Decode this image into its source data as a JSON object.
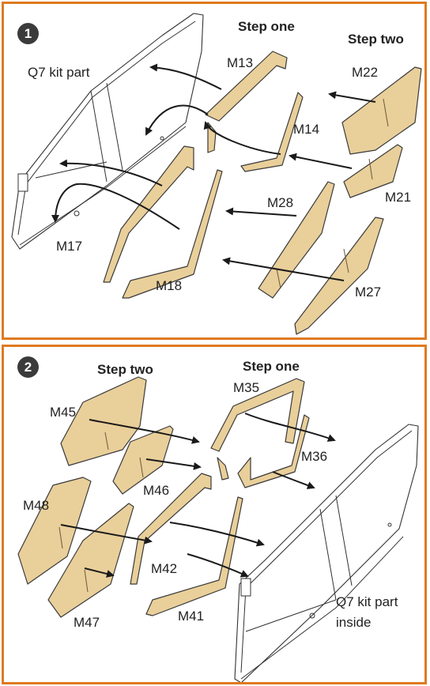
{
  "panel1": {
    "badge": "1",
    "step_one": "Step one",
    "step_two": "Step two",
    "kit_part": "Q7 kit part",
    "labels": {
      "m13": "M13",
      "m14": "M14",
      "m22": "M22",
      "m21": "M21",
      "m28": "M28",
      "m27": "M27",
      "m17": "M17",
      "m18": "M18"
    }
  },
  "panel2": {
    "badge": "2",
    "step_two": "Step two",
    "step_one": "Step one",
    "kit_part_line1": "Q7 kit part",
    "kit_part_line2": "inside",
    "labels": {
      "m35": "M35",
      "m36": "M36",
      "m45": "M45",
      "m46": "M46",
      "m48": "M48",
      "m47": "M47",
      "m42": "M42",
      "m41": "M41"
    }
  },
  "colors": {
    "border": "#e07a1f",
    "mask": "#e9cf9a",
    "badge": "#3b3b3b"
  }
}
